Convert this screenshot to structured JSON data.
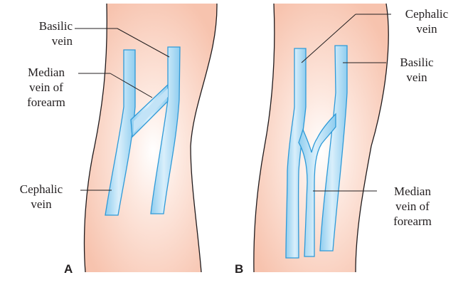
{
  "colors": {
    "skin_center": "#ffffff",
    "skin_edge": "#f7c3ae",
    "skin_outline": "#1f1a1c",
    "vein_fill": "#a8d8f3",
    "vein_light": "#d9effb",
    "vein_outline": "#2e9ad8",
    "leader_line": "#231f20"
  },
  "panel_a": {
    "letter": "A",
    "labels": {
      "basilic": [
        "Basilic",
        "vein"
      ],
      "median": [
        "Median",
        "vein of",
        "forearm"
      ],
      "cephalic": [
        "Cephalic",
        "vein"
      ]
    }
  },
  "panel_b": {
    "letter": "B",
    "labels": {
      "cephalic": [
        "Cephalic",
        "vein"
      ],
      "basilic": [
        "Basilic",
        "vein"
      ],
      "median": [
        "Median",
        "vein of",
        "forearm"
      ]
    }
  }
}
